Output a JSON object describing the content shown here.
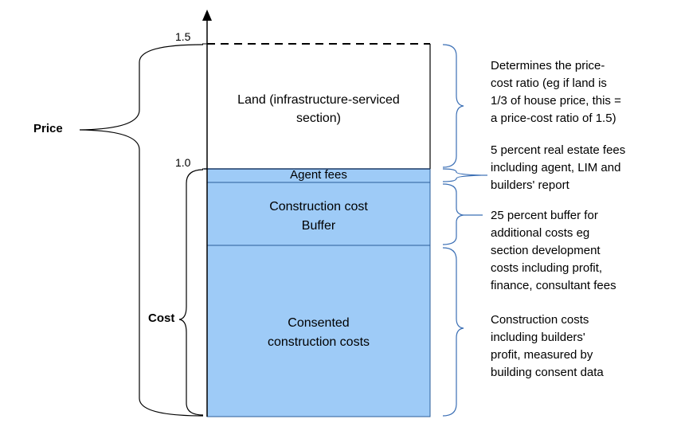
{
  "axis": {
    "tick_top": "1.5",
    "tick_mid": "1.0"
  },
  "side_labels": {
    "price": "Price",
    "cost": "Cost"
  },
  "blocks": {
    "land": [
      "Land (infrastructure-serviced",
      "section)"
    ],
    "agent_fees": "Agent fees",
    "buffer": [
      "Construction cost",
      "Buffer"
    ],
    "consented": [
      "Consented",
      "construction costs"
    ]
  },
  "notes": {
    "land": [
      "Determines the price-",
      "cost ratio (eg if land is",
      "1/3 of house price, this =",
      "a price-cost ratio of 1.5)"
    ],
    "agent": [
      "5 percent real estate fees",
      "including agent, LIM and",
      "builders' report"
    ],
    "buffer": [
      "25 percent buffer for",
      "additional costs eg",
      "section development",
      "costs including profit,",
      "finance, consultant fees"
    ],
    "consented": [
      "Construction costs",
      "including builders'",
      "profit, measured by",
      "building consent data"
    ]
  },
  "colors": {
    "fill": "#9ecbf7",
    "block_border": "#2b5c9a",
    "brace_blue": "#3b6fb5",
    "brace_black": "#000000"
  }
}
